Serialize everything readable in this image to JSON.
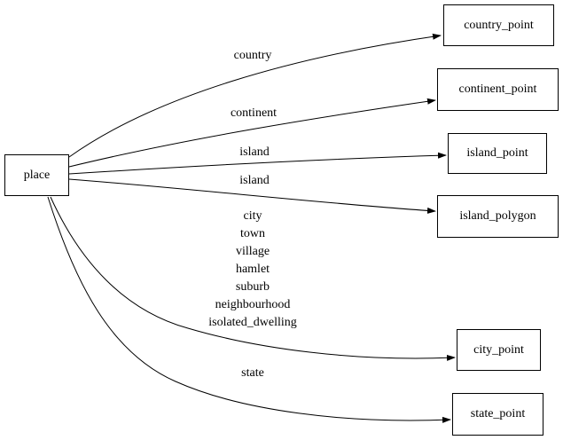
{
  "diagram": {
    "type": "directed-graph",
    "background_color": "#ffffff",
    "node_border_color": "#000000",
    "edge_color": "#000000",
    "text_color": "#000000",
    "nodes": [
      {
        "id": "place",
        "label": "place"
      },
      {
        "id": "country_point",
        "label": "country_point"
      },
      {
        "id": "continent_point",
        "label": "continent_point"
      },
      {
        "id": "island_point",
        "label": "island_point"
      },
      {
        "id": "island_polygon",
        "label": "island_polygon"
      },
      {
        "id": "city_point",
        "label": "city_point"
      },
      {
        "id": "state_point",
        "label": "state_point"
      }
    ],
    "edges": [
      {
        "from": "place",
        "to": "country_point",
        "label": "country"
      },
      {
        "from": "place",
        "to": "continent_point",
        "label": "continent"
      },
      {
        "from": "place",
        "to": "island_point",
        "label": "island"
      },
      {
        "from": "place",
        "to": "island_polygon",
        "label": "island"
      },
      {
        "from": "place",
        "to": "city_point",
        "label": "city\ntown\nvillage\nhamlet\nsuburb\nneighbourhood\nisolated_dwelling"
      },
      {
        "from": "place",
        "to": "state_point",
        "label": "state"
      }
    ]
  }
}
